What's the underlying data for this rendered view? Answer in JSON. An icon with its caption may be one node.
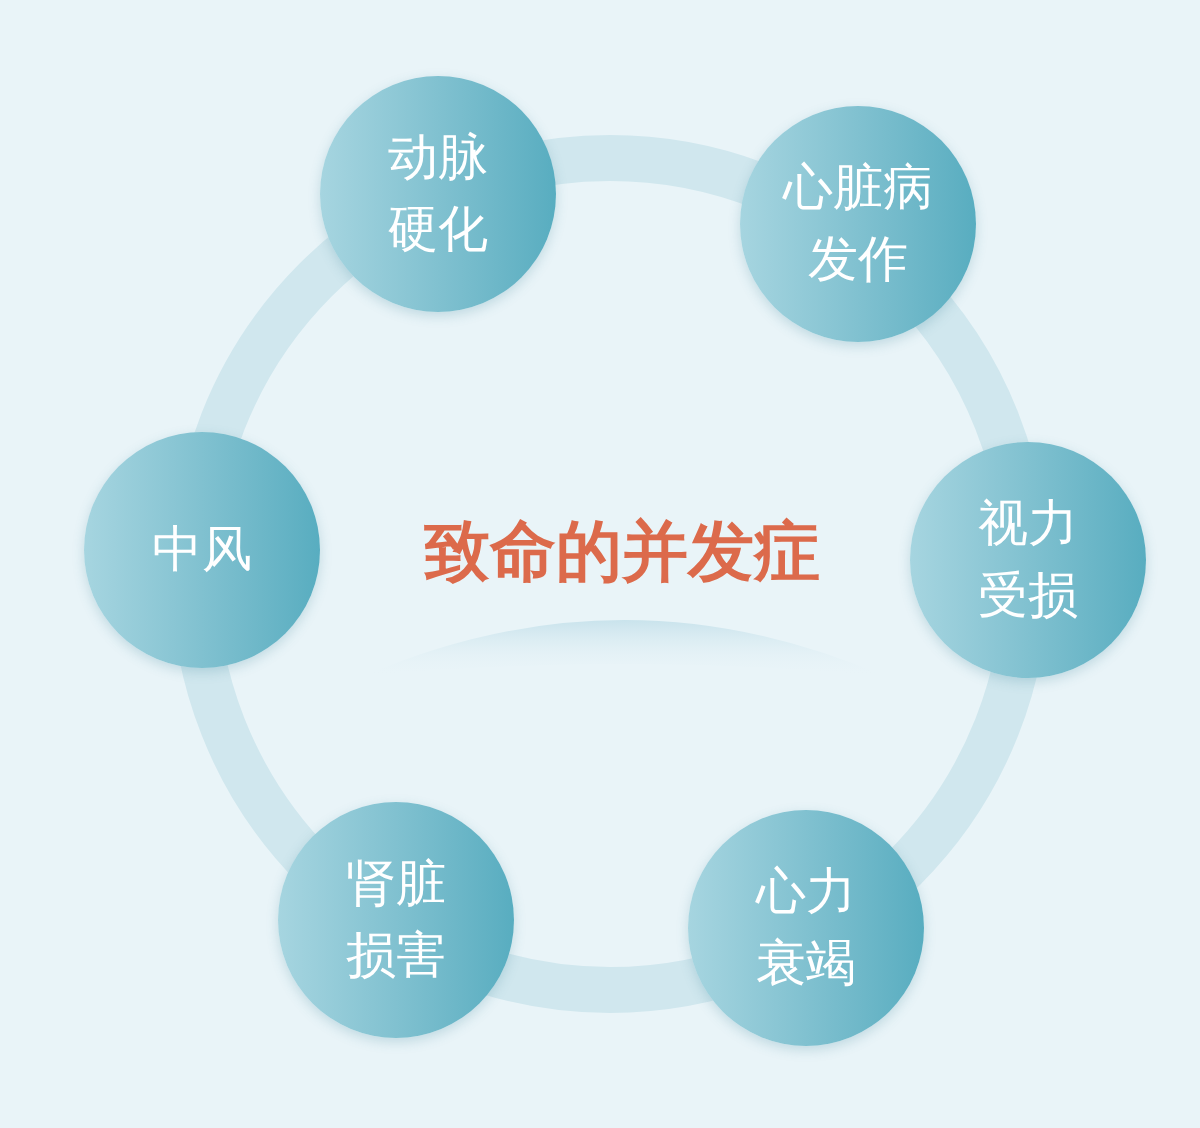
{
  "diagram": {
    "title": "致命的并发症",
    "nodes": [
      {
        "text": [
          "动脉硬化"
        ]
      },
      {
        "text": [
          "心脏病发作"
        ]
      },
      {
        "text": [
          "中风"
        ]
      },
      {
        "text": [
          "视力受损"
        ]
      },
      {
        "text": [
          "肾脏损害"
        ]
      },
      {
        "text": [
          "心力衰竭"
        ]
      }
    ]
  }
}
